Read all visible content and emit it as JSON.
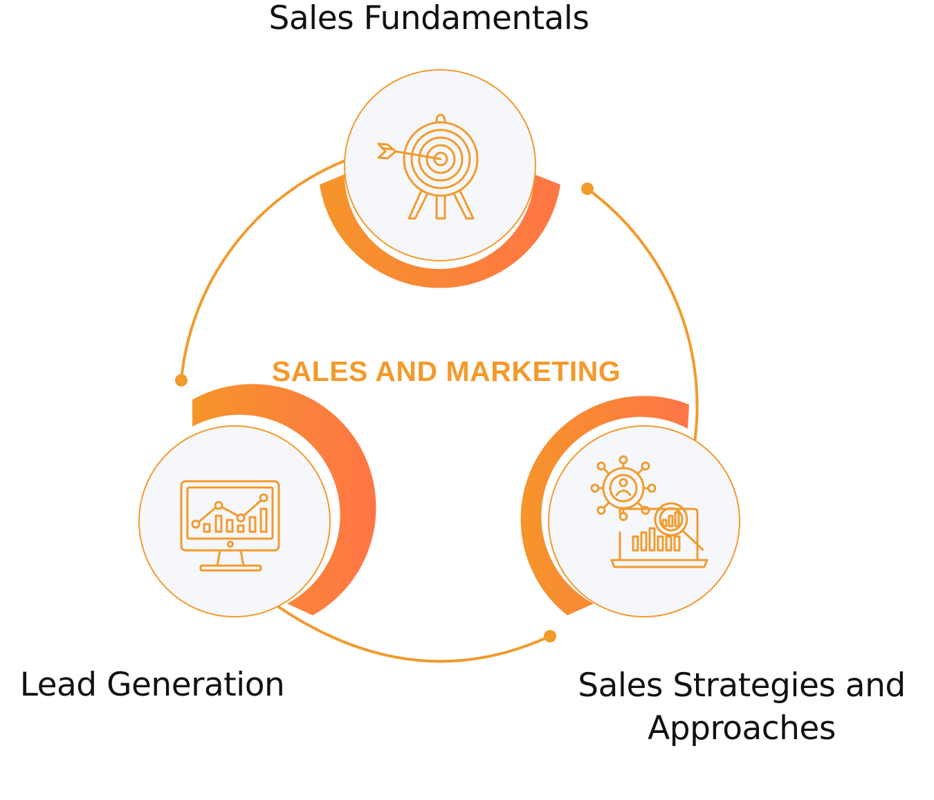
{
  "center_title": "SALES AND MARKETING",
  "nodes": [
    {
      "id": "sales-fundamentals",
      "label": "Sales Fundamentals",
      "icon": "target-arrow-icon"
    },
    {
      "id": "lead-generation",
      "label": "Lead Generation",
      "icon": "monitor-line-chart-icon"
    },
    {
      "id": "sales-strategies",
      "label_lines": [
        "Sales Strategies and",
        "Approaches"
      ],
      "icon": "network-analytics-laptop-icon"
    }
  ],
  "colors": {
    "accent": "#f29a2c",
    "gradient_start": "#f5952a",
    "gradient_end": "#ff7546",
    "circle_fill": "#f6f7fa",
    "text": "#111111"
  }
}
